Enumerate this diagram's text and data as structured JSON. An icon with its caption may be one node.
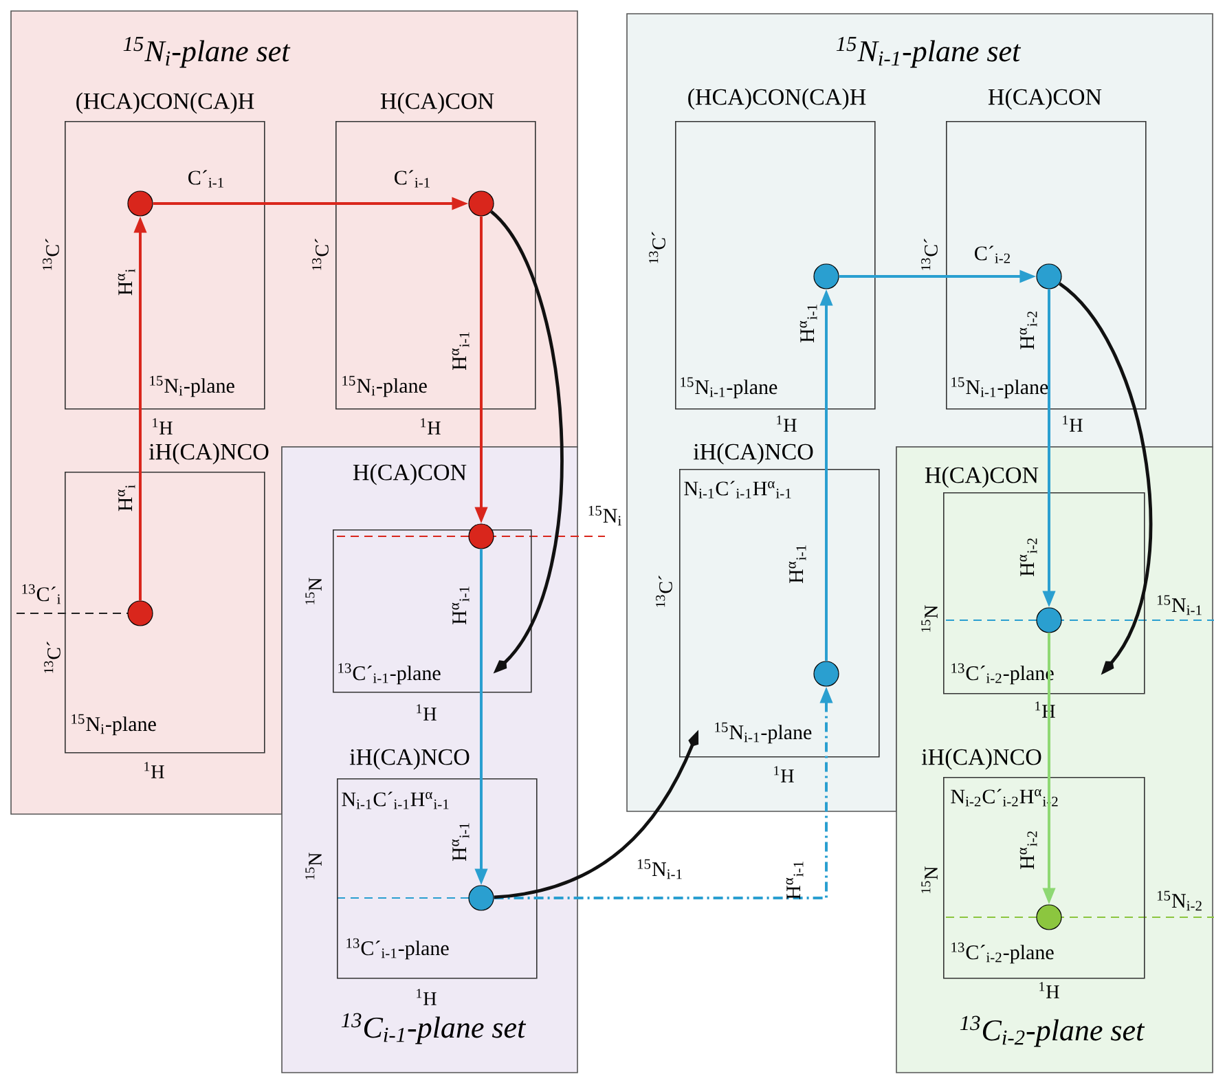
{
  "diagram": {
    "nodes": [
      {
        "text": [
          "$^{15}$N$_{i}$-plane set"
        ]
      },
      {
        "text": [
          "$^{15}$N$_{i-1}$-plane set"
        ]
      },
      {
        "text": [
          "$^{13}$C$_{i-1}$-plane set"
        ]
      },
      {
        "text": [
          "$^{13}$C$_{i-2}$-plane set"
        ]
      },
      {
        "text": [
          "(HCA)CON(CA)H",
          "$^{15}$N$_{i}$-plane"
        ],
        "beside": [
          "$^{13}$C´",
          "$^{1}$H"
        ],
        "in": 0
      },
      {
        "text": [
          "H(CA)CON",
          "$^{15}$N$_{i}$-plane"
        ],
        "beside": [
          "$^{13}$C´",
          "$^{1}$H"
        ],
        "in": 0
      },
      {
        "text": [
          "iH(CA)NCO",
          "$^{15}$N$_{i}$-plane"
        ],
        "beside": [
          "$^{13}$C´",
          "$^{1}$H"
        ],
        "in": 0
      },
      {
        "text": [
          "H(CA)CON",
          "$^{13}$C´$_{i-1}$-plane"
        ],
        "beside": [
          "$^{15}$N",
          "$^{1}$H"
        ],
        "in": 2
      },
      {
        "text": [
          "iH(CA)NCO",
          "N$_{i-1}$C´$_{i-1}$H$^{α}$$_{i-1}$",
          "$^{13}$C´$_{i-1}$-plane"
        ],
        "beside": [
          "$^{15}$N",
          "$^{1}$H"
        ],
        "in": 2
      },
      {
        "text": [
          "(HCA)CON(CA)H",
          "$^{15}$N$_{i-1}$-plane"
        ],
        "beside": [
          "$^{13}$C´",
          "$^{1}$H"
        ],
        "in": 1
      },
      {
        "text": [
          "H(CA)CON",
          "$^{15}$N$_{i-1}$-plane"
        ],
        "beside": [
          "$^{13}$C´",
          "$^{1}$H"
        ],
        "in": 1
      },
      {
        "text": [
          "iH(CA)NCO",
          "N$_{i-1}$C´$_{i-1}$H$^{α}$$_{i-1}$",
          "$^{15}$N$_{i-1}$-plane"
        ],
        "beside": [
          "$^{13}$C´",
          "$^{1}$H"
        ],
        "in": 1
      },
      {
        "text": [
          "H(CA)CON",
          "$^{13}$C´$_{i-2}$-plane"
        ],
        "beside": [
          "$^{15}$N",
          "$^{1}$H"
        ],
        "in": 3
      },
      {
        "text": [
          "iH(CA)NCO",
          "N$_{i-2}$C´$_{i-2}$H$^{α}$$_{i-2}$",
          "$^{13}$C´$_{i-2}$-plane"
        ],
        "beside": [
          "$^{15}$N",
          "$^{1}$H"
        ],
        "in": 3
      },
      {
        "text": [],
        "shape": "circle",
        "in": 4
      },
      {
        "text": [],
        "shape": "circle",
        "in": 5
      },
      {
        "text": [],
        "shape": "circle",
        "in": 6
      },
      {
        "text": [],
        "shape": "circle",
        "in": 7
      },
      {
        "text": [],
        "shape": "circle",
        "in": 8
      },
      {
        "text": [],
        "shape": "circle",
        "in": 9
      },
      {
        "text": [],
        "shape": "circle",
        "in": 10
      },
      {
        "text": [],
        "shape": "circle",
        "in": 11
      },
      {
        "text": [],
        "shape": "circle",
        "in": 12
      },
      {
        "text": [],
        "shape": "circle",
        "in": 13
      }
    ],
    "edges": [
      {
        "from": 16,
        "to": 14,
        "arrow": "to",
        "label": "H$^{α}$$_{i}$",
        "color": "#d9261c"
      },
      {
        "from": 14,
        "to": 15,
        "arrow": "to",
        "label": "C´$_{i-1}$",
        "color": "#d9261c"
      },
      {
        "from": 15,
        "to": 17,
        "arrow": "to",
        "label": "H$^{α}$$_{i-1}$",
        "color": "#d9261c"
      },
      {
        "from": 17,
        "to": 18,
        "arrow": "to",
        "label": "H$^{α}$$_{i-1}$"
      },
      {
        "from": 18,
        "to": 21,
        "arrow": "to",
        "label": "$^{15}$N$_{i-1}$",
        "style": "dashed"
      },
      {
        "from": 21,
        "to": 19,
        "arrow": "to",
        "label": "H$^{α}$$_{i-1}$"
      },
      {
        "from": 19,
        "to": 20,
        "arrow": "to",
        "label": "C´$_{i-2}$"
      },
      {
        "from": 20,
        "to": 22,
        "arrow": "to",
        "label": "H$^{α}$$_{i-2}$"
      },
      {
        "from": 22,
        "to": 23,
        "arrow": "to",
        "label": "H$^{α}$$_{i-2}$",
        "color": "#8ed873"
      },
      {
        "from": 15,
        "to": 7,
        "arrow": "to",
        "color": "#111111"
      },
      {
        "from": 18,
        "to": 11,
        "arrow": "to",
        "color": "#111111"
      },
      {
        "from": 20,
        "to": 12,
        "arrow": "to",
        "color": "#111111"
      }
    ],
    "labels": [
      "C´$_{i-1}$",
      "H$^{α}$$_{i}$",
      "$^{15}$N$_{i}$",
      "$^{13}$C´$_{i}$",
      "H$^{α}$$_{i-1}$",
      "H$^{α}$$_{i-2}$",
      "$^{15}$N$_{i-1}$",
      "H$^{α}$$_{i-1}$",
      "H$^{α}$$_{i-1}$",
      "$^{15}$N$_{i-2}$"
    ]
  }
}
